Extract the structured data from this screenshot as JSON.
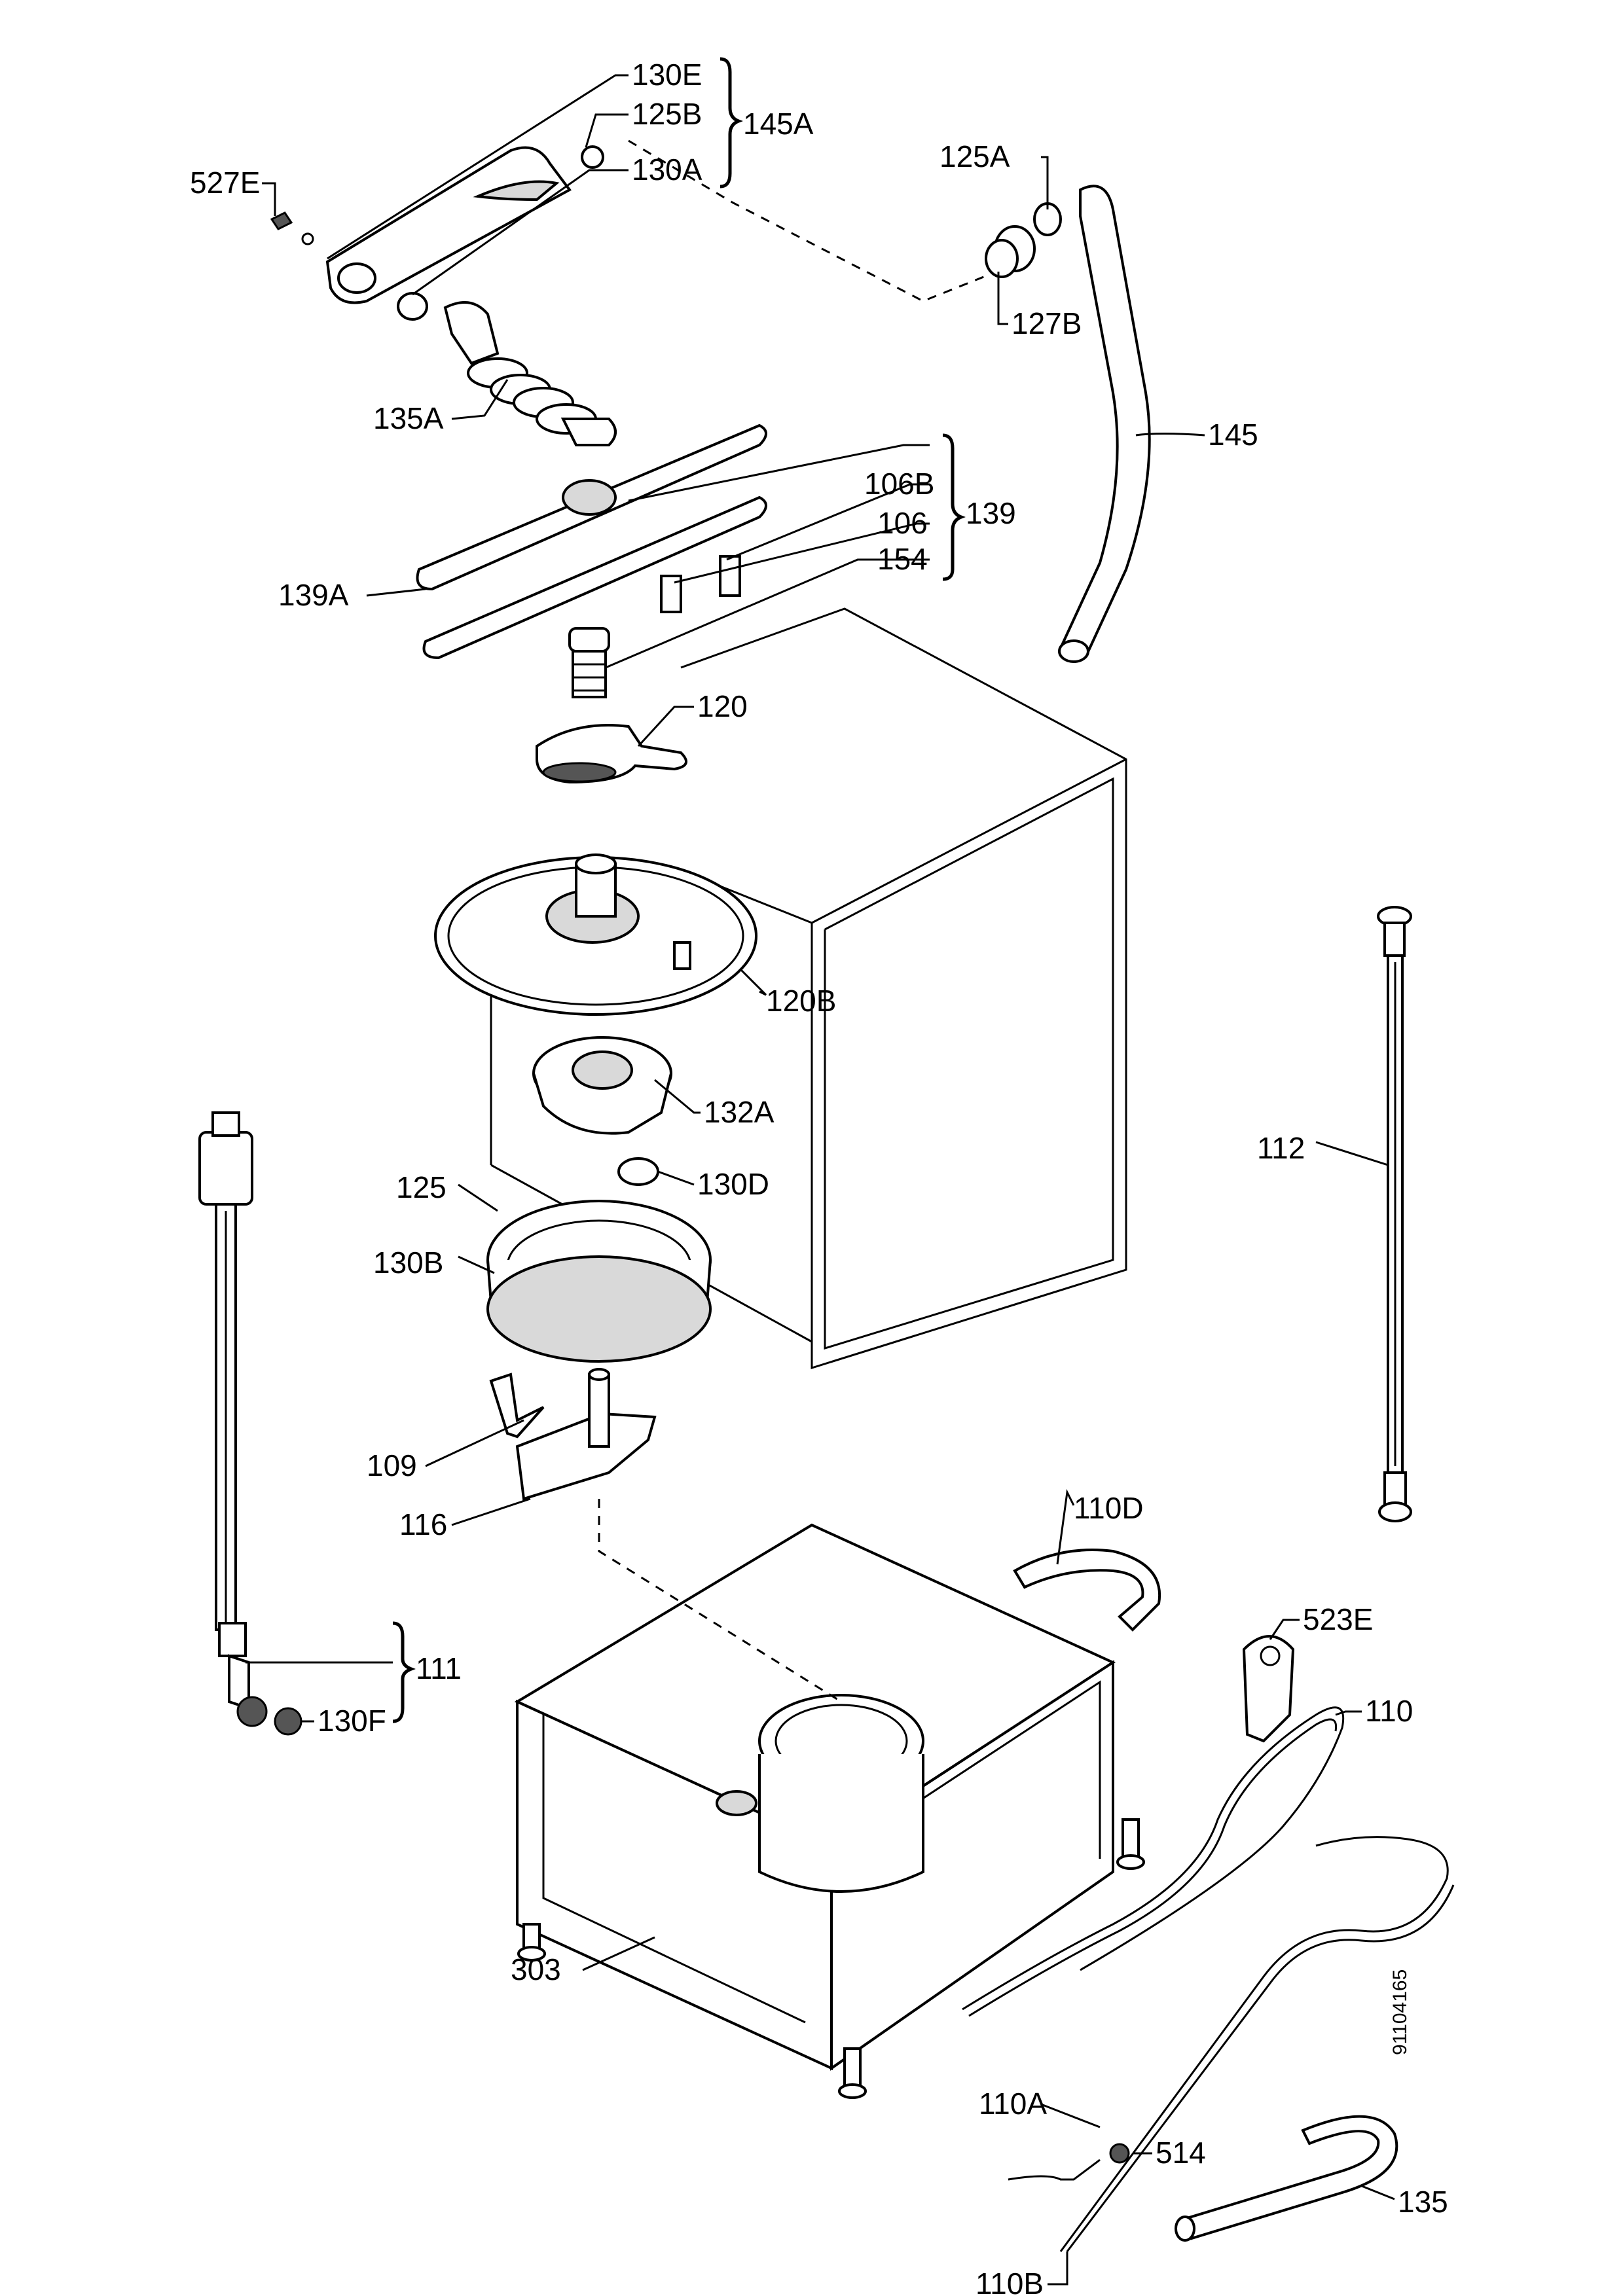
{
  "labels": {
    "l130E": "130E",
    "l125B": "125B",
    "l145A": "145A",
    "l130A": "130A",
    "l527E": "527E",
    "l125A": "125A",
    "l127B": "127B",
    "l135A": "135A",
    "l145": "145",
    "l106B": "106B",
    "l139": "139",
    "l106": "106",
    "l154": "154",
    "l139A": "139A",
    "l120": "120",
    "l120B": "120B",
    "l132A": "132A",
    "l112": "112",
    "l125": "125",
    "l130D": "130D",
    "l130B": "130B",
    "l109": "109",
    "l116": "116",
    "l110D": "110D",
    "l523E": "523E",
    "l111": "111",
    "l130F": "130F",
    "l110": "110",
    "l303": "303",
    "l110A": "110A",
    "l514": "514",
    "l135": "135",
    "l110B": "110B"
  },
  "catalog_id": "91104165"
}
